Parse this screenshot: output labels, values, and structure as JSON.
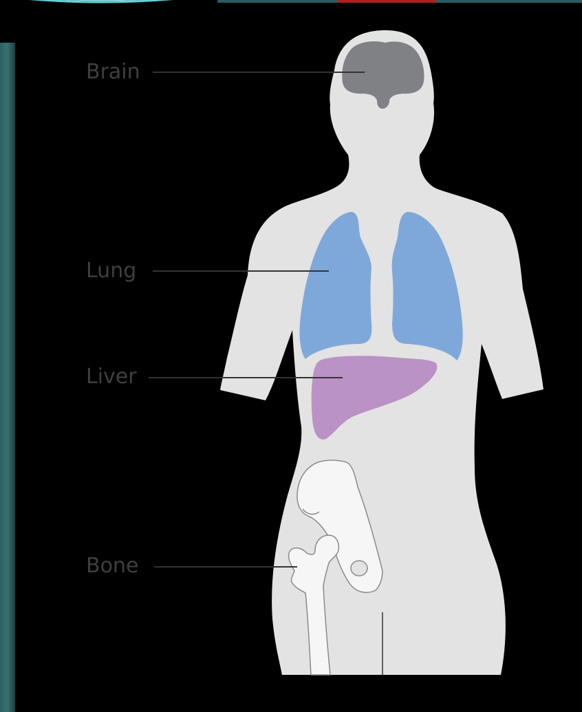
{
  "labels": {
    "brain": "Brain",
    "lung": "Lung",
    "liver": "Liver",
    "bone": "Bone"
  },
  "colors": {
    "background": "#000000",
    "body": "#e3e3e3",
    "brain": "#808184",
    "lung": "#7fa8da",
    "liver": "#bb92c5",
    "bone": "#f6f6f6",
    "label_text": "#3f3f3f",
    "leader_line": "#333333"
  }
}
